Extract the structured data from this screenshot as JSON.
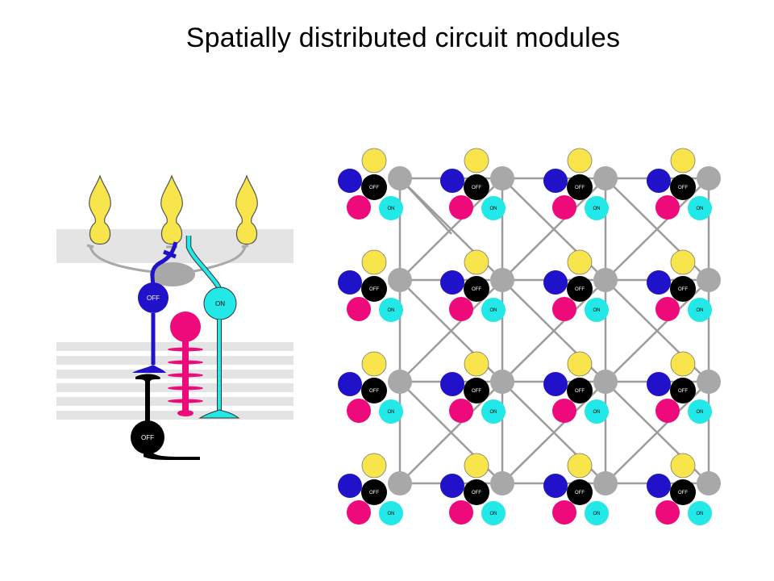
{
  "title": "Spatially distributed circuit modules",
  "labels": {
    "off": "OFF",
    "on": "ON"
  },
  "colors": {
    "photoreceptor": "#f8e54c",
    "off_bipolar": "#1f12c9",
    "on_bipolar": "#22e8e8",
    "rod_bipolar": "#ee0a7a",
    "off_ganglion": "#000000",
    "horizontal_cell": "#a8a8a8",
    "plexiform_layer": "#e4e4e4",
    "network_link": "#9c9c9c"
  },
  "network": {
    "rows": 4,
    "columns": 4
  }
}
